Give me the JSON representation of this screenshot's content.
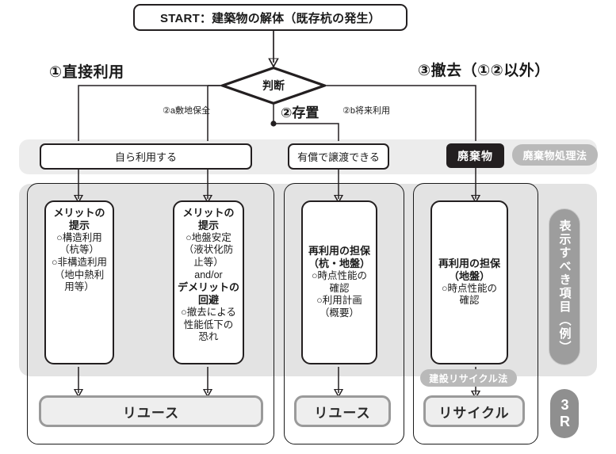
{
  "diagram": {
    "start": {
      "label": "START：建築物の解体（既存杭の発生）"
    },
    "decision": {
      "label": "判断"
    },
    "branches": {
      "left_big": "①直接利用",
      "mid_big": "②存置",
      "right_big": "③撤去（①②以外）",
      "sub_a": "②a敷地保全",
      "sub_b": "②b将来利用"
    },
    "row_boxes": [
      {
        "label": "自ら利用する",
        "style": "white"
      },
      {
        "label": "有償で譲渡できる",
        "style": "white"
      },
      {
        "label": "廃棄物",
        "style": "dark"
      },
      {
        "label": "廃棄物処理法",
        "style": "pill"
      }
    ],
    "detail_boxes": [
      {
        "lines": [
          {
            "text": "メリットの",
            "bold": true
          },
          {
            "text": "提示",
            "bold": true
          },
          {
            "text": "○構造利用",
            "bold": false
          },
          {
            "text": "（杭等）",
            "bold": false
          },
          {
            "text": "○非構造利用",
            "bold": false
          },
          {
            "text": "（地中熱利",
            "bold": false
          },
          {
            "text": "用等）",
            "bold": false
          }
        ]
      },
      {
        "lines": [
          {
            "text": "メリットの",
            "bold": true
          },
          {
            "text": "提示",
            "bold": true
          },
          {
            "text": "○地盤安定",
            "bold": false
          },
          {
            "text": "（液状化防",
            "bold": false
          },
          {
            "text": "止等）",
            "bold": false
          },
          {
            "text": "and/or",
            "bold": false
          },
          {
            "text": "デメリットの",
            "bold": true
          },
          {
            "text": "回避",
            "bold": true
          },
          {
            "text": "○撤去による",
            "bold": false
          },
          {
            "text": "性能低下の",
            "bold": false
          },
          {
            "text": "恐れ",
            "bold": false
          }
        ]
      },
      {
        "lines": [
          {
            "text": "再利用の担保",
            "bold": true
          },
          {
            "text": "（杭・地盤）",
            "bold": true
          },
          {
            "text": "○時点性能の",
            "bold": false
          },
          {
            "text": "確認",
            "bold": false
          },
          {
            "text": "○利用計画",
            "bold": false
          },
          {
            "text": "（概要）",
            "bold": false
          }
        ]
      },
      {
        "lines": [
          {
            "text": "再利用の担保",
            "bold": true
          },
          {
            "text": "（地盤）",
            "bold": true
          },
          {
            "text": "○時点性能の",
            "bold": false
          },
          {
            "text": "確認",
            "bold": false
          }
        ]
      }
    ],
    "law_tag": {
      "label": "建設リサイクル法"
    },
    "results": [
      {
        "label": "リユース"
      },
      {
        "label": "リユース"
      },
      {
        "label": "リサイクル"
      }
    ],
    "side_pill": {
      "label": "表示すべき項目（例）"
    },
    "badge": {
      "label": "3R"
    }
  },
  "colors": {
    "ink": "#231f20",
    "band_top": "#ececec",
    "band_main": "#e3e3e3",
    "gray_pill": "#b9b9b9",
    "result_border": "#9a9a9a",
    "result_fill": "#eeeeee"
  }
}
